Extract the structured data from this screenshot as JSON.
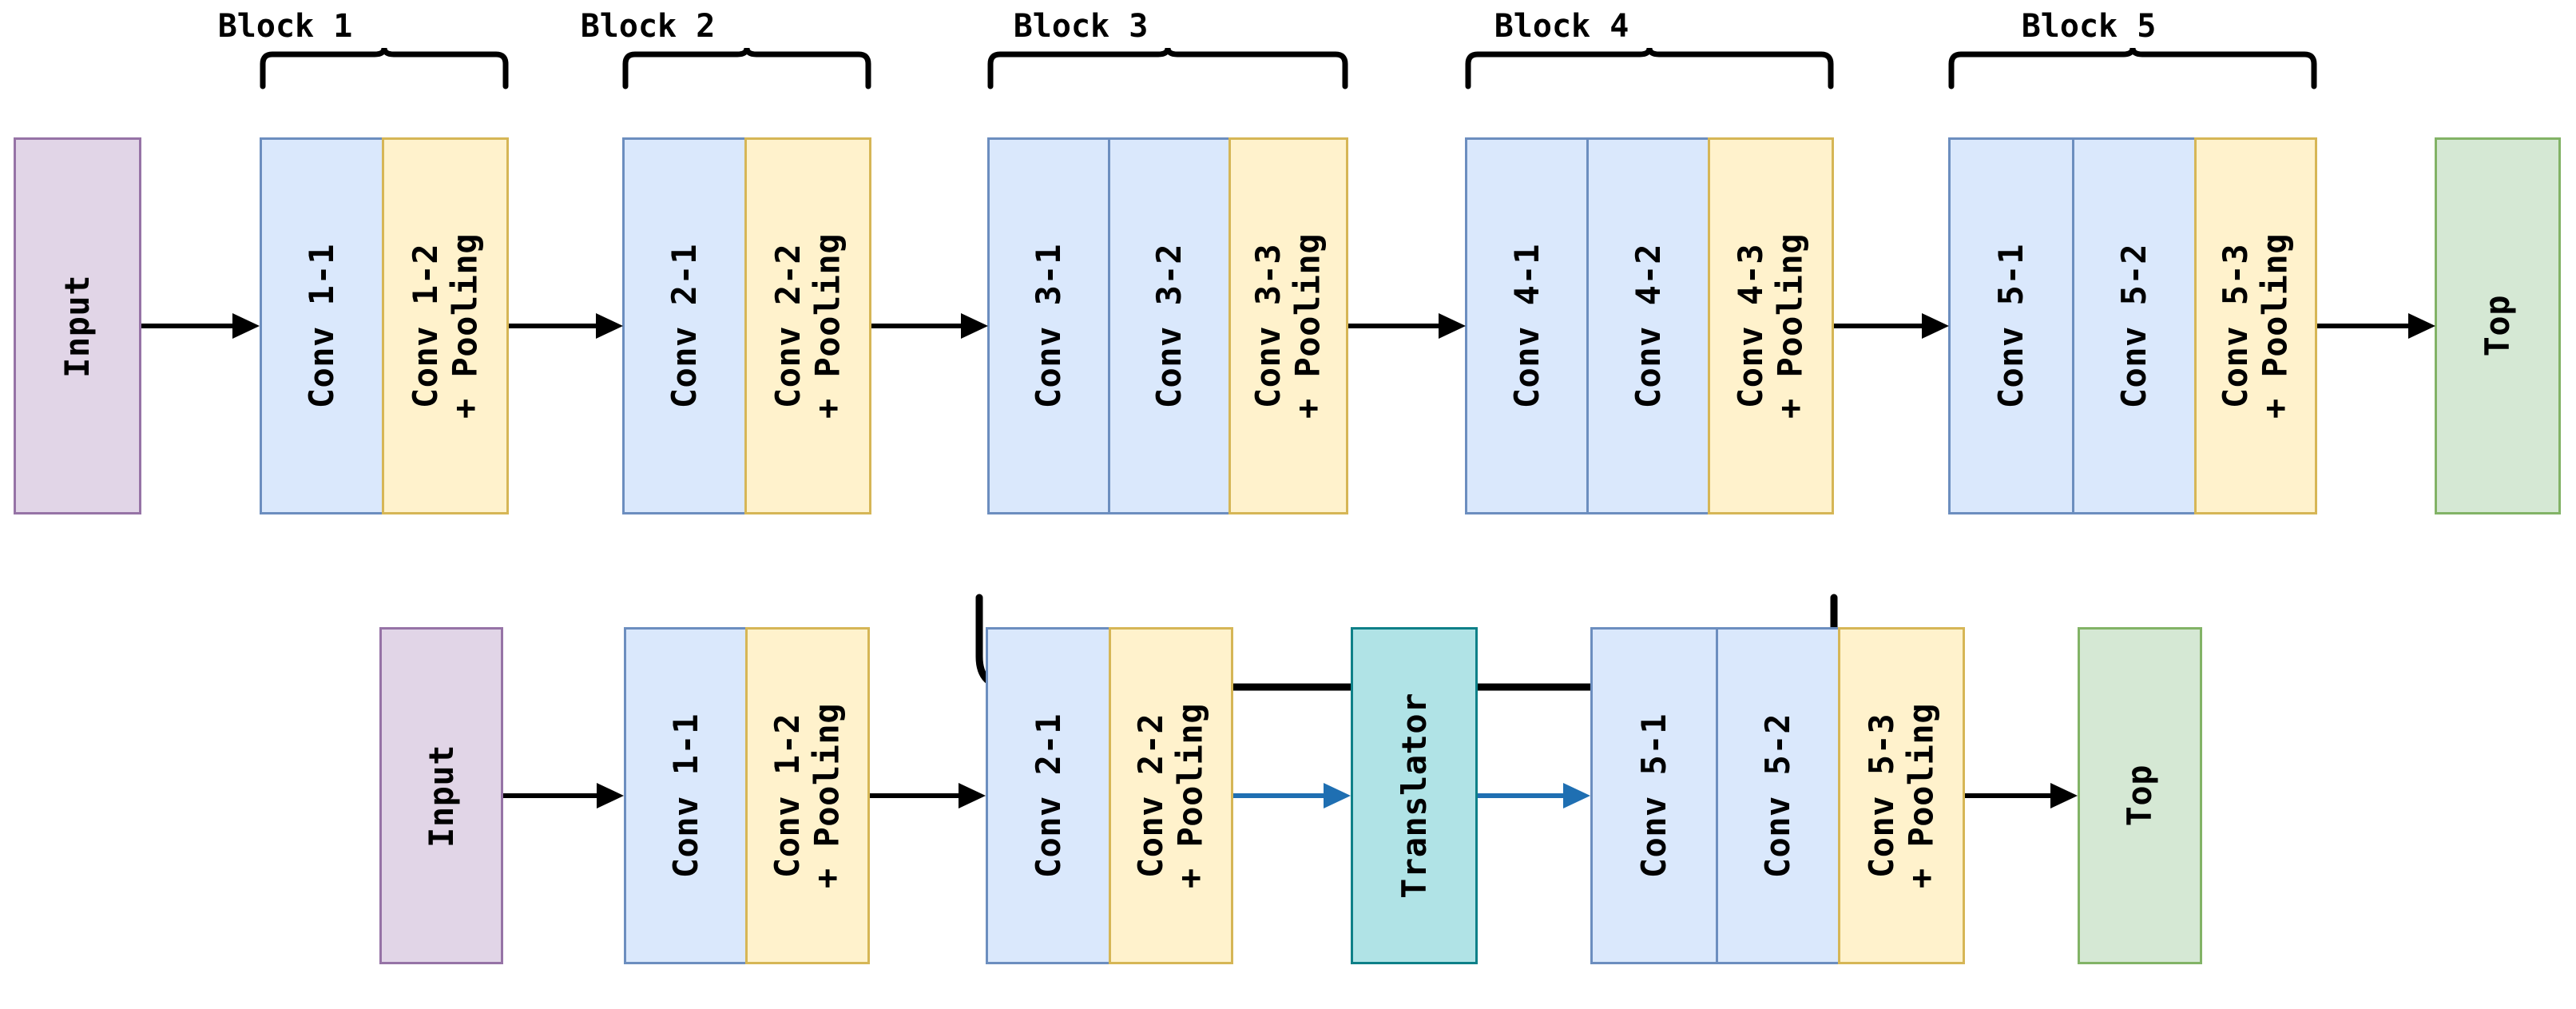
{
  "diagram": {
    "title_labels": {
      "block1": "Block 1",
      "block2": "Block 2",
      "block3": "Block 3",
      "block4": "Block 4",
      "block5": "Block 5"
    },
    "colors": {
      "conv_fill": "#dae8fc",
      "conv_stroke": "#6c8ebf",
      "pool_fill": "#fff2cc",
      "pool_stroke": "#d6b656",
      "input_fill": "#e1d5e7",
      "input_stroke": "#9673a6",
      "top_fill": "#d5e8d4",
      "top_stroke": "#82b366",
      "translator_fill": "#b0e3e6",
      "translator_stroke": "#0e8088",
      "arrow_black": "#000000",
      "arrow_blue": "#1f6fb2"
    },
    "top_row": {
      "input": "Input",
      "blocks": [
        {
          "name": "Block 1",
          "layers": [
            "Conv 1-1",
            "Conv 1-2\n+ Pooling"
          ]
        },
        {
          "name": "Block 2",
          "layers": [
            "Conv 2-1",
            "Conv 2-2\n+ Pooling"
          ]
        },
        {
          "name": "Block 3",
          "layers": [
            "Conv 3-1",
            "Conv 3-2",
            "Conv 3-3\n+ Pooling"
          ]
        },
        {
          "name": "Block 4",
          "layers": [
            "Conv 4-1",
            "Conv 4-2",
            "Conv 4-3\n+ Pooling"
          ]
        },
        {
          "name": "Block 5",
          "layers": [
            "Conv 5-1",
            "Conv 5-2",
            "Conv 5-3\n+ Pooling"
          ]
        }
      ],
      "top": "Top"
    },
    "bottom_row": {
      "input": "Input",
      "layers": [
        "Conv 1-1",
        "Conv 1-2\n+ Pooling",
        "Conv 2-1",
        "Conv 2-2\n+ Pooling",
        "Translator",
        "Conv 5-1",
        "Conv 5-2",
        "Conv 5-3\n+ Pooling"
      ],
      "top": "Top"
    }
  }
}
